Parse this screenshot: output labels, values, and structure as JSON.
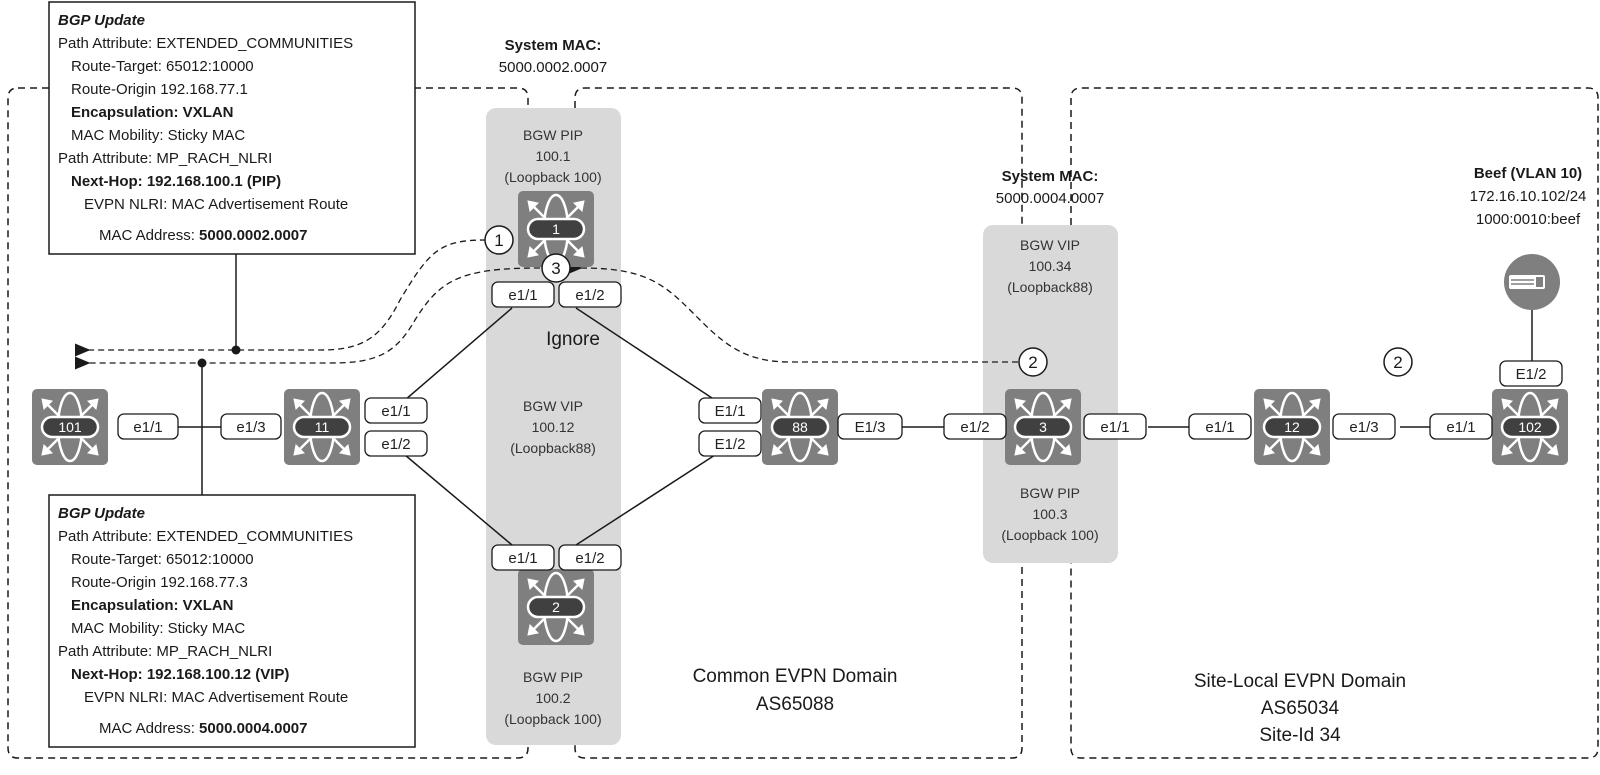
{
  "bgp_update_top": {
    "title": "BGP Update",
    "lines": [
      {
        "text": "Path Attribute: EXTENDED_COMMUNITIES",
        "indent": 0,
        "bold": false
      },
      {
        "text": "Route-Target: 65012:10000",
        "indent": 1,
        "bold": false
      },
      {
        "text": "Route-Origin 192.168.77.1",
        "indent": 1,
        "bold": false
      },
      {
        "text": "Encapsulation: VXLAN",
        "indent": 1,
        "bold": true
      },
      {
        "text": "MAC Mobility: Sticky MAC",
        "indent": 1,
        "bold": false
      },
      {
        "text": "Path Attribute: MP_RACH_NLRI",
        "indent": 0,
        "bold": false
      },
      {
        "text": "Next-Hop: 192.168.100.1 (PIP)",
        "indent": 1,
        "bold": true
      },
      {
        "text": "EVPN NLRI: MAC Advertisement Route",
        "indent": 2,
        "bold": false
      }
    ],
    "mac_label": "MAC Address: ",
    "mac_value": "5000.0002.0007"
  },
  "bgp_update_bottom": {
    "title": "BGP Update",
    "lines": [
      {
        "text": "Path Attribute: EXTENDED_COMMUNITIES",
        "indent": 0,
        "bold": false
      },
      {
        "text": "Route-Target: 65012:10000",
        "indent": 1,
        "bold": false
      },
      {
        "text": "Route-Origin 192.168.77.3",
        "indent": 1,
        "bold": false
      },
      {
        "text": "Encapsulation: VXLAN",
        "indent": 1,
        "bold": true
      },
      {
        "text": "MAC Mobility: Sticky MAC",
        "indent": 1,
        "bold": false
      },
      {
        "text": "Path Attribute: MP_RACH_NLRI",
        "indent": 0,
        "bold": false
      },
      {
        "text": "Next-Hop: 192.168.100.12 (VIP)",
        "indent": 1,
        "bold": true
      },
      {
        "text": "EVPN NLRI: MAC Advertisement Route",
        "indent": 2,
        "bold": false
      }
    ],
    "mac_label": "MAC Address: ",
    "mac_value": "5000.0004.0007"
  },
  "system_mac_1": {
    "label": "System MAC:",
    "value": "5000.0002.0007"
  },
  "system_mac_2": {
    "label": "System MAC:",
    "value": "5000.0004.0007"
  },
  "bgw_group_1": {
    "top": [
      "BGW PIP",
      "100.1",
      "(Loopback 100)"
    ],
    "middle": [
      "BGW VIP",
      "100.12",
      "(Loopback88)"
    ],
    "bottom": [
      "BGW PIP",
      "100.2",
      "(Loopback 100)"
    ],
    "ignore_label": "Ignore"
  },
  "bgw_group_2": {
    "top": [
      "BGW VIP",
      "100.34",
      "(Loopback88)"
    ],
    "bottom": [
      "BGW PIP",
      "100.3",
      "(Loopback 100)"
    ]
  },
  "switches": {
    "s101": "101",
    "s11": "11",
    "s1": "1",
    "s2": "2",
    "s88": "88",
    "s3": "3",
    "s12": "12",
    "s102": "102"
  },
  "ports": {
    "s101_e11": "e1/1",
    "s11_e13": "e1/3",
    "s11_e11": "e1/1",
    "s11_e12": "e1/2",
    "s1_e11": "e1/1",
    "s1_e12": "e1/2",
    "s2_e11": "e1/1",
    "s2_e12": "e1/2",
    "s88_E11": "E1/1",
    "s88_E12": "E1/2",
    "s88_E13": "E1/3",
    "s3_e12": "e1/2",
    "s3_e11": "e1/1",
    "s12_e11": "e1/1",
    "s12_e13": "e1/3",
    "s102_e11": "e1/1",
    "s102_E12": "E1/2"
  },
  "markers": {
    "m1": "1",
    "m2a": "2",
    "m2b": "2",
    "m3": "3"
  },
  "host": {
    "icon": "server-icon",
    "name": "Beef (VLAN 10)",
    "ipv4": "172.16.10.102/24",
    "mac": "1000:0010:beef"
  },
  "domains": {
    "common": [
      "Common EVPN Domain",
      "AS65088"
    ],
    "site_local": [
      "Site-Local EVPN Domain",
      "AS65034",
      "Site-Id 34"
    ]
  },
  "colors": {
    "bgw_panel": "#d9d9d9",
    "switch_body": "#7f7f7f",
    "switch_pill": "#404040",
    "line": "#1a1a1a"
  }
}
